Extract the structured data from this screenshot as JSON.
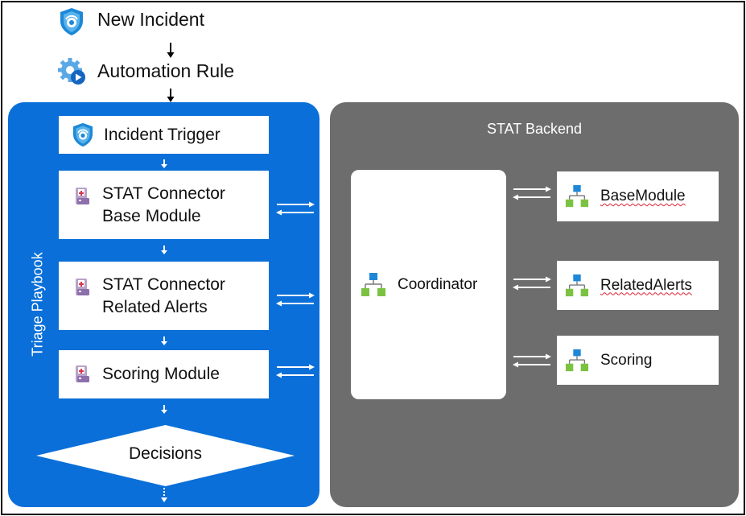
{
  "top": {
    "new_incident": "New Incident",
    "automation_rule": "Automation Rule"
  },
  "playbook": {
    "vertical_label": "Triage Playbook",
    "incident_trigger": "Incident Trigger",
    "base_module_line1": "STAT Connector",
    "base_module_line2": "Base Module",
    "related_alerts_line1": "STAT Connector",
    "related_alerts_line2": "Related Alerts",
    "scoring_module": "Scoring Module",
    "decisions": "Decisions"
  },
  "backend": {
    "title": "STAT Backend",
    "coordinator": "Coordinator",
    "modules": [
      "BaseModule",
      "RelatedAlerts",
      "Scoring"
    ]
  },
  "colors": {
    "playbook_bg": "#0a6fd8",
    "backend_bg": "#6d6d6d",
    "icon_blue": "#1e88d8",
    "icon_green": "#7cc242"
  },
  "icons": {
    "shield": "shield-icon",
    "gear": "gear-play-icon",
    "connector": "connector-icon",
    "logic_app": "logic-app-icon"
  }
}
